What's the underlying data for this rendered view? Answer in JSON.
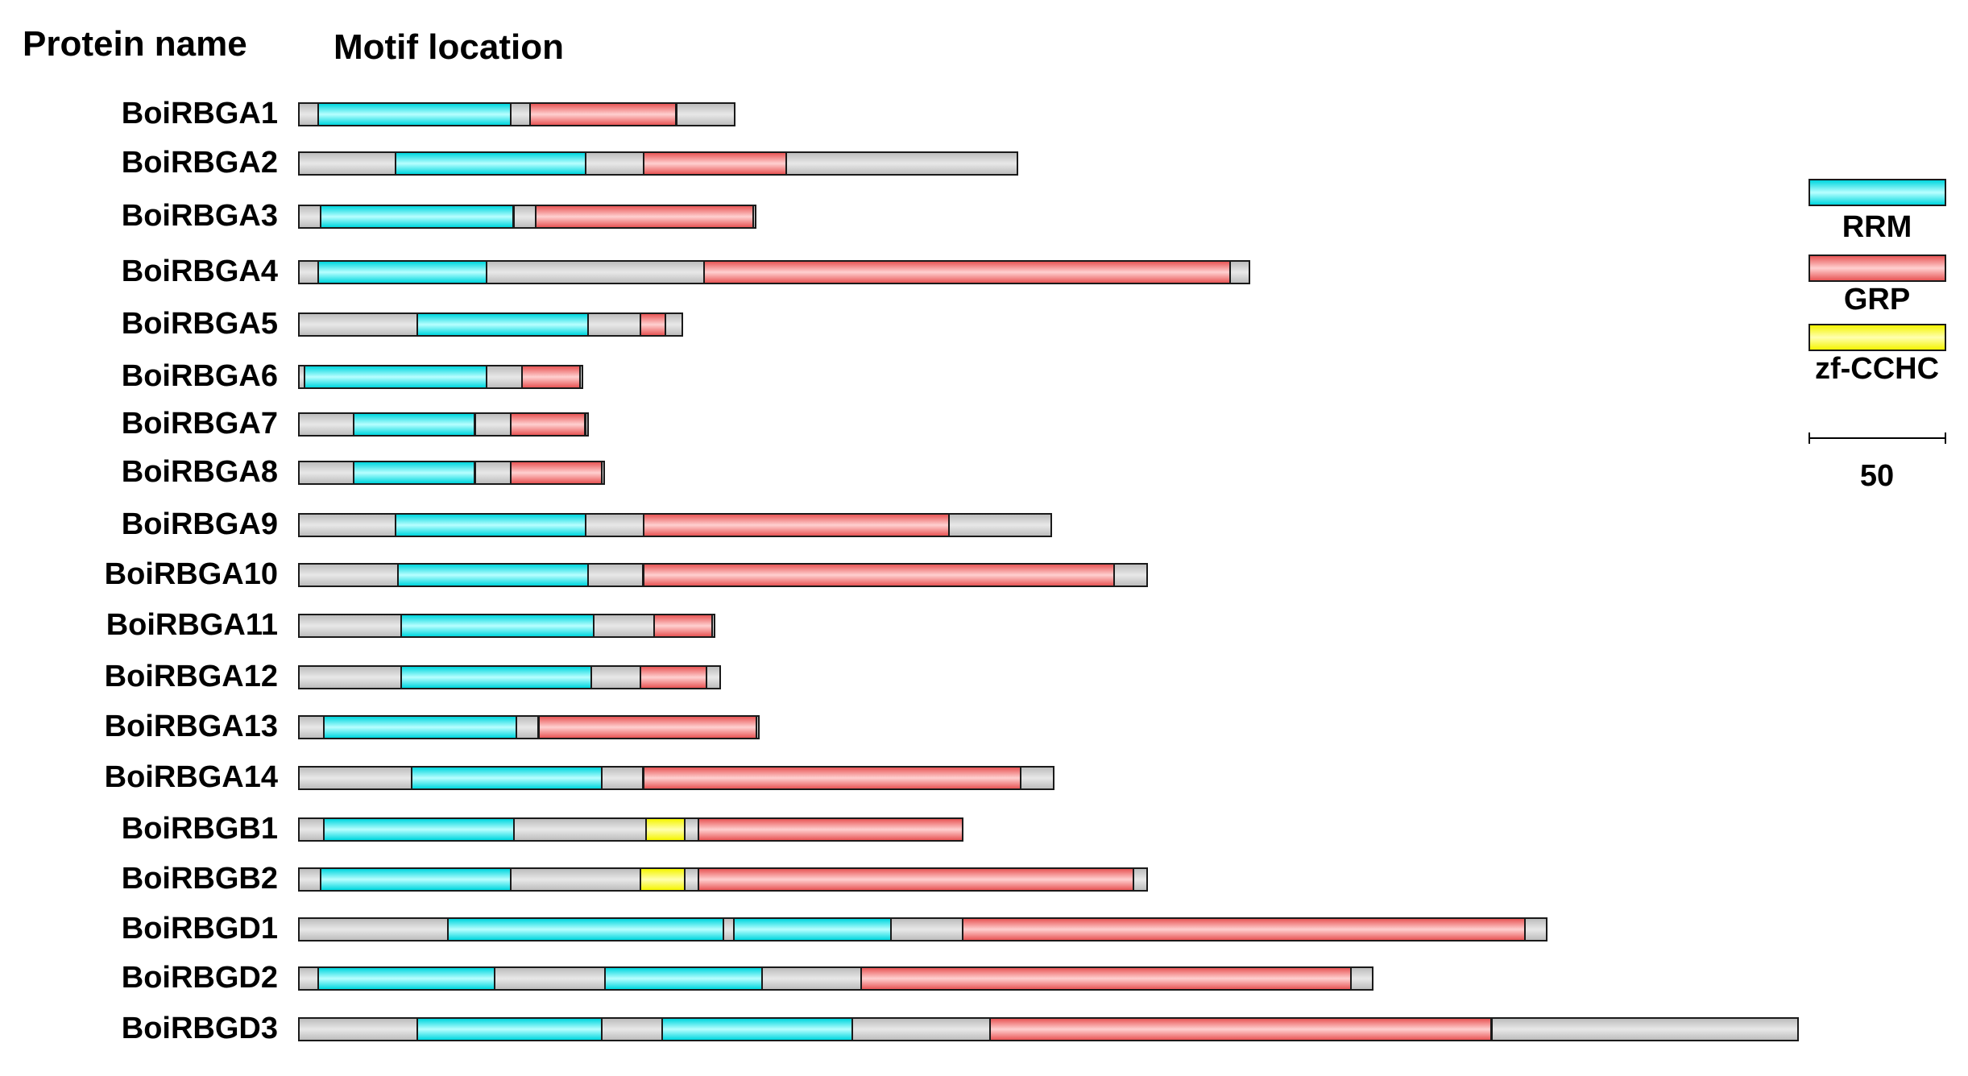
{
  "headers": {
    "protein_name": "Protein name",
    "motif_location": "Motif location"
  },
  "legend": {
    "rrm": "RRM",
    "grp": "GRP",
    "zf": "zf-CCHC",
    "scale": "50",
    "colors": {
      "RRM": "#33e6ee",
      "GRP": "#ee5c5c",
      "ZF": "#f4f400",
      "other": "#cfcfcf"
    }
  },
  "scale_aa_per_unit": 50,
  "proteins": [
    {
      "name": "BoiRBGA1",
      "segments": [
        [
          "other",
          7
        ],
        [
          "RRM",
          70
        ],
        [
          "other",
          7
        ],
        [
          "GRP",
          53
        ],
        [
          "other",
          21
        ]
      ]
    },
    {
      "name": "BoiRBGA2",
      "segments": [
        [
          "other",
          35
        ],
        [
          "RRM",
          69
        ],
        [
          "other",
          21
        ],
        [
          "GRP",
          52
        ],
        [
          "other",
          84
        ]
      ]
    },
    {
      "name": "BoiRBGA3",
      "segments": [
        [
          "other",
          8
        ],
        [
          "RRM",
          70
        ],
        [
          "other",
          8
        ],
        [
          "GRP",
          79
        ],
        [
          "other",
          1
        ]
      ]
    },
    {
      "name": "BoiRBGA4",
      "segments": [
        [
          "other",
          7
        ],
        [
          "RRM",
          61
        ],
        [
          "other",
          79
        ],
        [
          "GRP",
          191
        ],
        [
          "other",
          7
        ]
      ]
    },
    {
      "name": "BoiRBGA5",
      "segments": [
        [
          "other",
          43
        ],
        [
          "RRM",
          62
        ],
        [
          "other",
          19
        ],
        [
          "GRP",
          9
        ],
        [
          "other",
          6
        ]
      ]
    },
    {
      "name": "BoiRBGA6",
      "segments": [
        [
          "other",
          2
        ],
        [
          "RRM",
          66
        ],
        [
          "other",
          13
        ],
        [
          "GRP",
          21
        ],
        [
          "other",
          1
        ]
      ]
    },
    {
      "name": "BoiRBGA7",
      "segments": [
        [
          "other",
          20
        ],
        [
          "RRM",
          44
        ],
        [
          "other",
          13
        ],
        [
          "GRP",
          27
        ],
        [
          "other",
          1
        ]
      ]
    },
    {
      "name": "BoiRBGA8",
      "segments": [
        [
          "other",
          20
        ],
        [
          "RRM",
          44
        ],
        [
          "other",
          13
        ],
        [
          "GRP",
          33
        ],
        [
          "other",
          1
        ]
      ]
    },
    {
      "name": "BoiRBGA9",
      "segments": [
        [
          "other",
          35
        ],
        [
          "RRM",
          69
        ],
        [
          "other",
          21
        ],
        [
          "GRP",
          111
        ],
        [
          "other",
          37
        ]
      ]
    },
    {
      "name": "BoiRBGA10",
      "segments": [
        [
          "other",
          36
        ],
        [
          "RRM",
          69
        ],
        [
          "other",
          20
        ],
        [
          "GRP",
          171
        ],
        [
          "other",
          12
        ]
      ]
    },
    {
      "name": "BoiRBGA11",
      "segments": [
        [
          "other",
          37
        ],
        [
          "RRM",
          70
        ],
        [
          "other",
          22
        ],
        [
          "GRP",
          21
        ],
        [
          "other",
          1
        ]
      ]
    },
    {
      "name": "BoiRBGA12",
      "segments": [
        [
          "other",
          37
        ],
        [
          "RRM",
          69
        ],
        [
          "other",
          18
        ],
        [
          "GRP",
          24
        ],
        [
          "other",
          5
        ]
      ]
    },
    {
      "name": "BoiRBGA13",
      "segments": [
        [
          "other",
          9
        ],
        [
          "RRM",
          70
        ],
        [
          "other",
          8
        ],
        [
          "GRP",
          79
        ],
        [
          "other",
          1
        ]
      ]
    },
    {
      "name": "BoiRBGA14",
      "segments": [
        [
          "other",
          41
        ],
        [
          "RRM",
          69
        ],
        [
          "other",
          15
        ],
        [
          "GRP",
          137
        ],
        [
          "other",
          12
        ]
      ]
    },
    {
      "name": "BoiRBGB1",
      "segments": [
        [
          "other",
          9
        ],
        [
          "RRM",
          69
        ],
        [
          "other",
          48
        ],
        [
          "ZF",
          14
        ],
        [
          "other",
          5
        ],
        [
          "GRP",
          96
        ]
      ]
    },
    {
      "name": "BoiRBGB2",
      "segments": [
        [
          "other",
          8
        ],
        [
          "RRM",
          69
        ],
        [
          "other",
          47
        ],
        [
          "ZF",
          16
        ],
        [
          "other",
          5
        ],
        [
          "GRP",
          158
        ],
        [
          "other",
          5
        ]
      ]
    },
    {
      "name": "BoiRBGD1",
      "segments": [
        [
          "other",
          54
        ],
        [
          "RRM",
          100
        ],
        [
          "other",
          4
        ],
        [
          "RRM",
          57
        ],
        [
          "other",
          26
        ],
        [
          "GRP",
          204
        ],
        [
          "other",
          8
        ]
      ]
    },
    {
      "name": "BoiRBGD2",
      "segments": [
        [
          "other",
          7
        ],
        [
          "RRM",
          64
        ],
        [
          "other",
          40
        ],
        [
          "RRM",
          57
        ],
        [
          "other",
          36
        ],
        [
          "GRP",
          178
        ],
        [
          "other",
          8
        ]
      ]
    },
    {
      "name": "BoiRBGD3",
      "segments": [
        [
          "other",
          43
        ],
        [
          "RRM",
          67
        ],
        [
          "other",
          22
        ],
        [
          "RRM",
          69
        ],
        [
          "other",
          50
        ],
        [
          "GRP",
          182
        ],
        [
          "other",
          111
        ]
      ]
    }
  ]
}
